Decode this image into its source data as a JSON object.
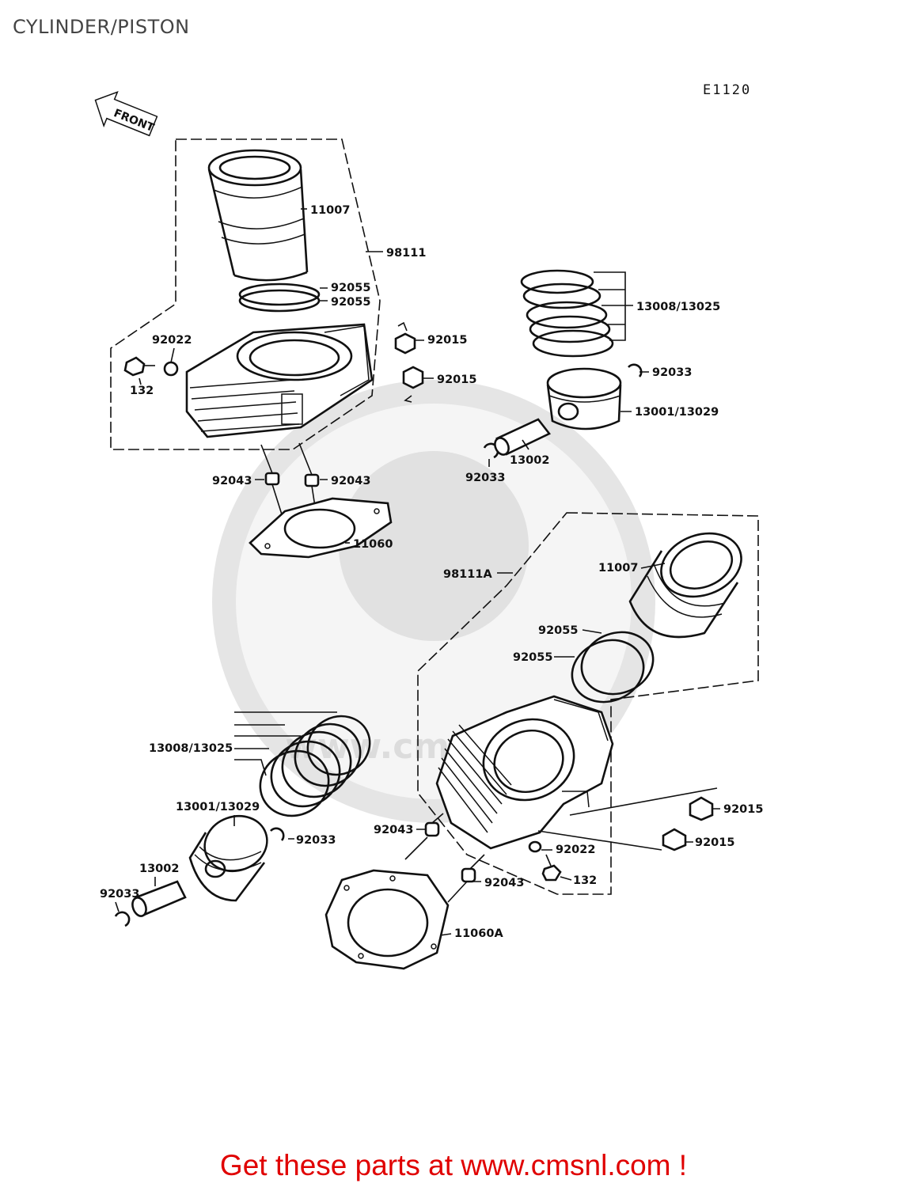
{
  "title": "CYLINDER/PISTON",
  "diagram_code": "E1120",
  "front_label": "FRONT",
  "watermark": "www.cmsnl.com",
  "promo": "Get these parts at www.cmsnl.com !",
  "callouts": {
    "rear": {
      "liner": "11007",
      "cyl_assy": "98111",
      "oring_a": "92055",
      "oring_b": "92055",
      "washer": "92022",
      "bolt": "132",
      "nut_a": "92015",
      "nut_b": "92015",
      "rings": "13008/13025",
      "clip_a": "92033",
      "piston": "13001/13029",
      "pin": "13002",
      "clip_b": "92033",
      "dowel_a": "92043",
      "dowel_b": "92043",
      "gasket": "11060"
    },
    "front": {
      "cyl_assy": "98111A",
      "liner": "11007",
      "oring_a": "92055",
      "oring_b": "92055",
      "rings": "13008/13025",
      "piston": "13001/13029",
      "clip_a": "92033",
      "pin": "13002",
      "clip_b": "92033",
      "dowel_a": "92043",
      "dowel_b": "92043",
      "washer": "92022",
      "bolt": "132",
      "nut_a": "92015",
      "nut_b": "92015",
      "gasket": "11060A"
    }
  }
}
